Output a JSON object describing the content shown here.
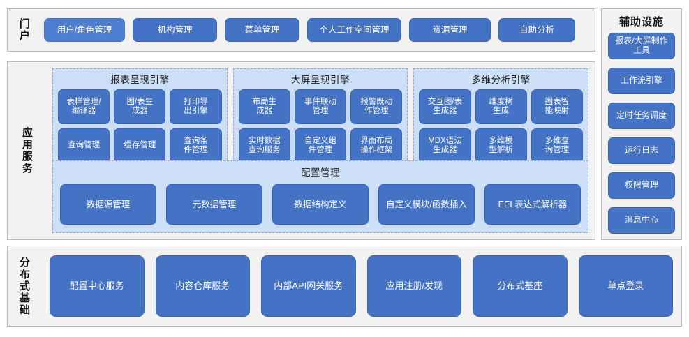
{
  "theme": {
    "chip_blue": "#4472c4",
    "chip_blue_light": "#4f7fd0",
    "group_blue": "#ccdff7",
    "panel_gray": "#f2f2f2",
    "panel_border": "#b9b9b9",
    "dashed_border": "#8fa8c8",
    "chip_text": "#ffffff"
  },
  "portal": {
    "label": "门户",
    "items": [
      {
        "label": "用户/角色管理"
      },
      {
        "label": "机构管理"
      },
      {
        "label": "菜单管理"
      },
      {
        "label": "个人工作空间管理"
      },
      {
        "label": "资源管理"
      },
      {
        "label": "自助分析"
      }
    ]
  },
  "aux": {
    "title": "辅助设施",
    "items": [
      {
        "label": "报表/大屏制作工具"
      },
      {
        "label": "工作流引擎"
      },
      {
        "label": "定时任务调度"
      },
      {
        "label": "运行日志"
      },
      {
        "label": "权限管理"
      },
      {
        "label": "消息中心"
      }
    ]
  },
  "app_services": {
    "label": "应用服务",
    "engines": [
      {
        "title": "报表呈现引擎",
        "items": [
          {
            "label": "表样管理/\n编译器"
          },
          {
            "label": "图/表生\n成器"
          },
          {
            "label": "打印导\n出引擎"
          },
          {
            "label": "查询管理"
          },
          {
            "label": "缓存管理"
          },
          {
            "label": "查询条\n件管理"
          }
        ]
      },
      {
        "title": "大屏呈现引擎",
        "items": [
          {
            "label": "布局生\n成器"
          },
          {
            "label": "事件联动\n管理"
          },
          {
            "label": "报警既动\n作管理"
          },
          {
            "label": "实时数据\n查询服务"
          },
          {
            "label": "自定义组\n件管理"
          },
          {
            "label": "界面布局\n操作框架"
          }
        ]
      },
      {
        "title": "多维分析引擎",
        "items": [
          {
            "label": "交互图/表\n生成器"
          },
          {
            "label": "维度树\n生成"
          },
          {
            "label": "图表智\n能映射"
          },
          {
            "label": "MDX语法\n生成器"
          },
          {
            "label": "多维模\n型解析"
          },
          {
            "label": "多维查\n询管理"
          }
        ]
      }
    ],
    "config": {
      "title": "配置管理",
      "items": [
        {
          "label": "数据源管理"
        },
        {
          "label": "元数据管理"
        },
        {
          "label": "数据结构定义"
        },
        {
          "label": "自定义模块/函数插入"
        },
        {
          "label": "EEL表达式解析器"
        }
      ]
    }
  },
  "distributed": {
    "label": "分布式基础",
    "items": [
      {
        "label": "配置中心服务"
      },
      {
        "label": "内容仓库服务"
      },
      {
        "label": "内部API网关服务"
      },
      {
        "label": "应用注册/发现"
      },
      {
        "label": "分布式基座"
      },
      {
        "label": "单点登录"
      }
    ]
  }
}
